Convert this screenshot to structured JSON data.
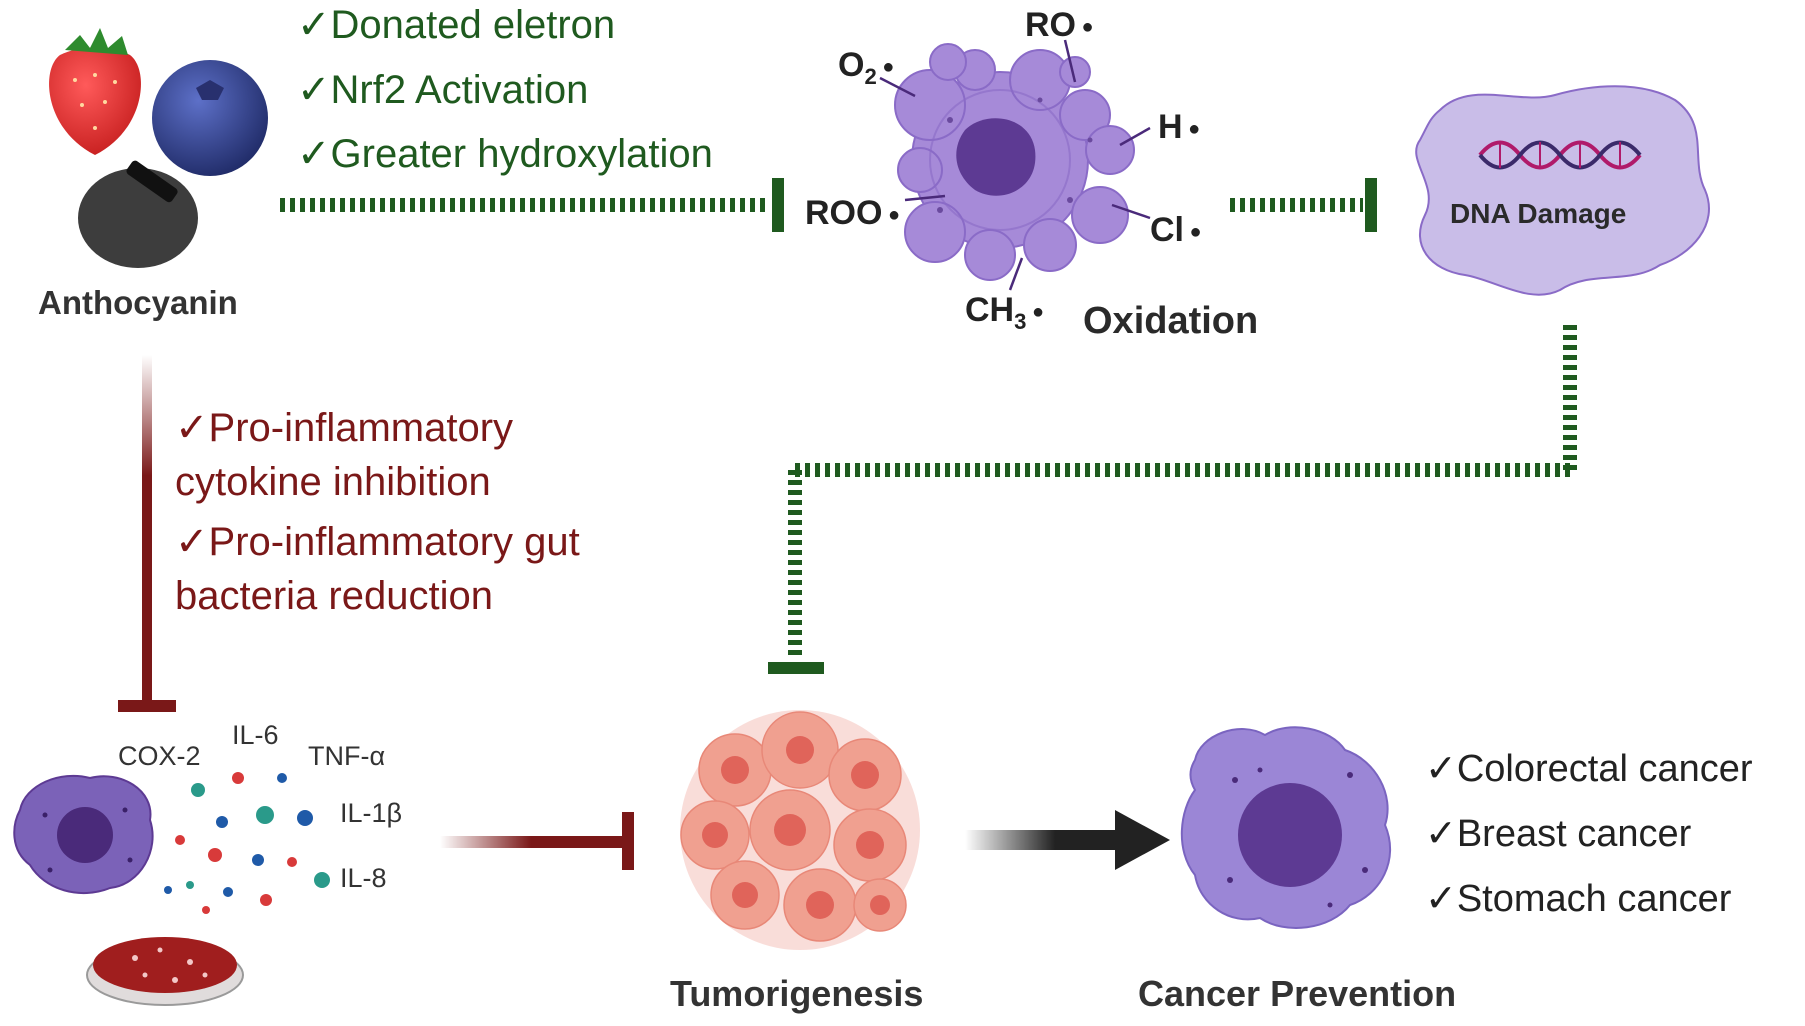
{
  "anthocyanin": {
    "label": "Anthocyanin"
  },
  "antioxidant_benefits": [
    {
      "label": "✓Donated eletron"
    },
    {
      "label": "✓Nrf2 Activation"
    },
    {
      "label": "✓Greater hydroxylation"
    }
  ],
  "radicals": {
    "o2_base": "O",
    "o2_sub": "2",
    "ro": "RO",
    "h": "H",
    "roo": "ROO",
    "cl": "Cl",
    "ch3_base": "CH",
    "ch3_sub": "3"
  },
  "oxidation": {
    "label": "Oxidation"
  },
  "dna_damage": {
    "label": "DNA Damage"
  },
  "anti_inflammatory_benefits": [
    {
      "label": "✓Pro-inflammatory"
    },
    {
      "label": "cytokine inhibition"
    },
    {
      "label": "✓Pro-inflammatory gut"
    },
    {
      "label": "bacteria reduction"
    }
  ],
  "cytokines": {
    "cox2": "COX-2",
    "il6": "IL-6",
    "tnfa": "TNF-α",
    "il1b": "IL-1β",
    "il8": "IL-8"
  },
  "tumorigenesis": {
    "label": "Tumorigenesis"
  },
  "cancer_prevention": {
    "label": "Cancer Prevention",
    "items": [
      {
        "label": "✓Colorectal cancer"
      },
      {
        "label": "✓Breast cancer"
      },
      {
        "label": "✓Stomach cancer"
      }
    ]
  },
  "colors": {
    "green": "#1f5a1f",
    "dark_red": "#7a1818",
    "purple": "#9b86d6",
    "purple_dark": "#5d3a93"
  }
}
